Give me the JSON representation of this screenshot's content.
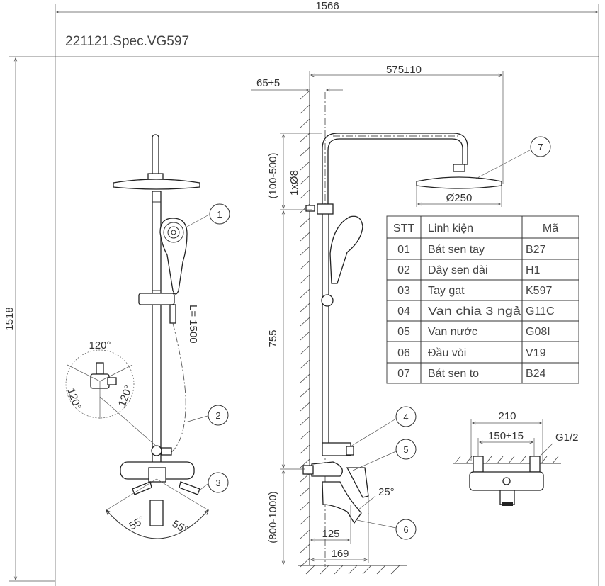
{
  "title": "221121.Spec.VG597",
  "dimensions": {
    "overall_width": "1566",
    "overall_height": "1518",
    "arm_length": "575±10",
    "wall_offset": "65±5",
    "arm_height_range": "(100-500)",
    "bracket": "1xØ8",
    "head_diameter": "Ø250",
    "rail_height": "755",
    "valve_height_range": "(800-1000)",
    "spout_125": "125",
    "spout_169": "169",
    "spout_angle": "25°",
    "hose_length": "L= 1500",
    "rotation_angle": "120°",
    "swing_angle": "55°",
    "valve_width": "210",
    "valve_centers": "150±15",
    "thread": "G1/2"
  },
  "callouts": [
    "1",
    "2",
    "3",
    "4",
    "5",
    "6",
    "7"
  ],
  "parts_table": {
    "headers": [
      "STT",
      "Linh kiện",
      "Mã"
    ],
    "rows": [
      [
        "01",
        "Bát sen tay",
        "B27"
      ],
      [
        "02",
        "Dây sen dài",
        "H1"
      ],
      [
        "03",
        "Tay gạt",
        "K597"
      ],
      [
        "04",
        "Van chia 3 ngả",
        "G11C"
      ],
      [
        "05",
        "Van nước",
        "G08I"
      ],
      [
        "06",
        "Đầu vòi",
        "V19"
      ],
      [
        "07",
        "Bát sen to",
        "B24"
      ]
    ]
  }
}
